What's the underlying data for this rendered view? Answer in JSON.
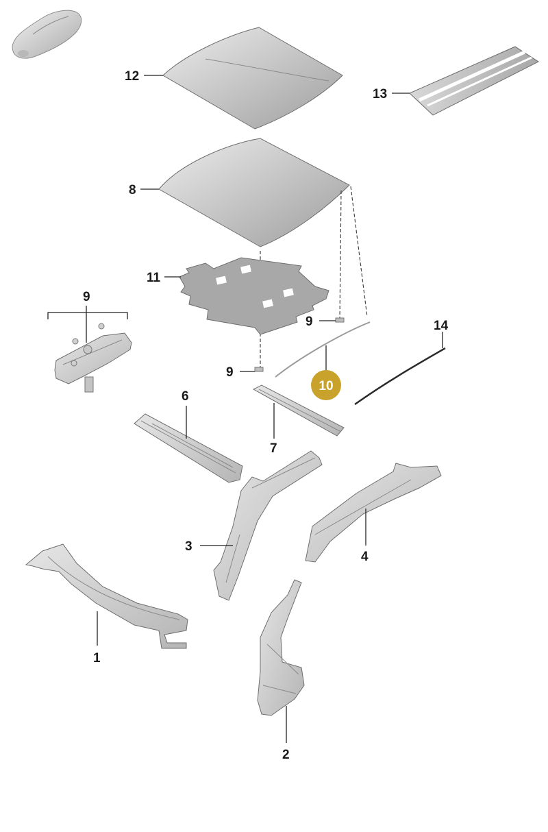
{
  "diagram": {
    "highlight_color": "#c9a22b",
    "highlighted_part": "10",
    "labels": {
      "p1": "1",
      "p2": "2",
      "p3": "3",
      "p4": "4",
      "p6": "6",
      "p7": "7",
      "p8": "8",
      "p9_group": "9",
      "p9_a": "9",
      "p9_b": "9",
      "p10": "10",
      "p11": "11",
      "p12": "12",
      "p13": "13",
      "p14": "14"
    }
  }
}
